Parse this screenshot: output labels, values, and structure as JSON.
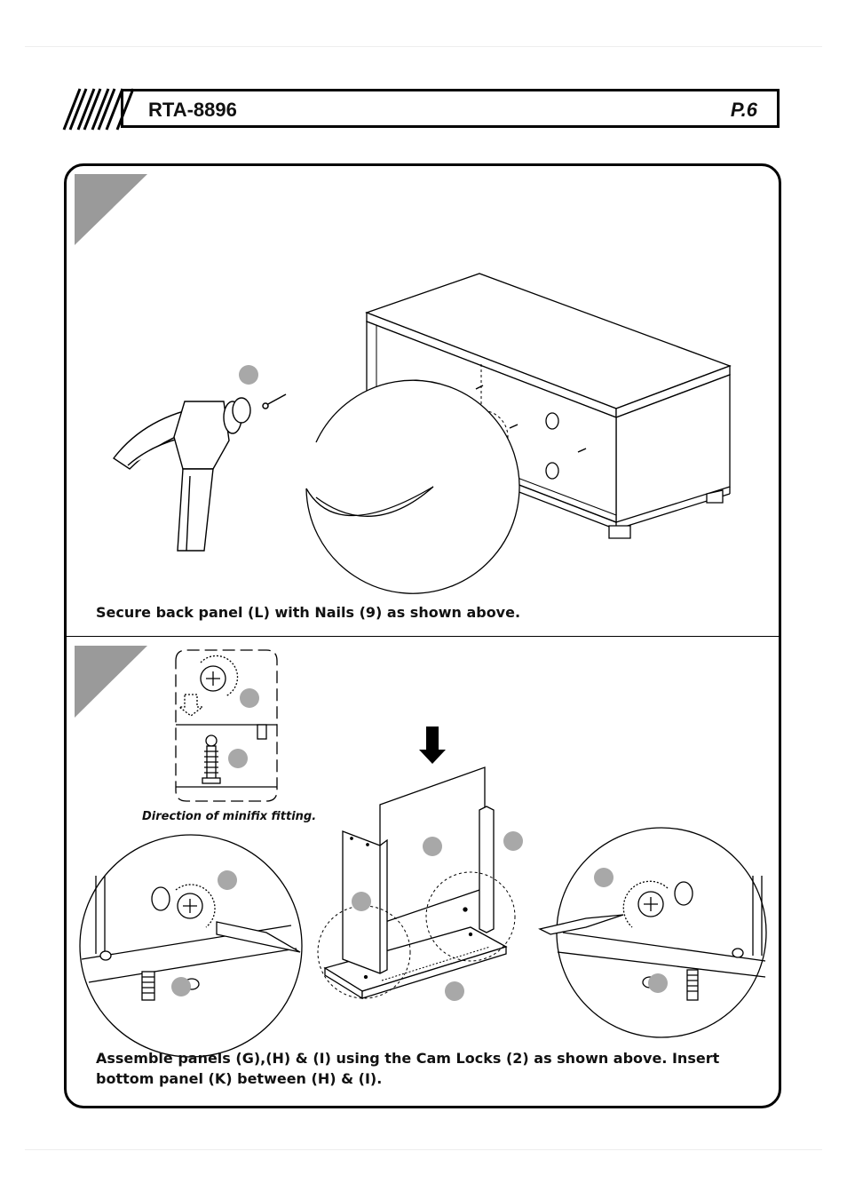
{
  "header": {
    "model": "RTA-8896",
    "page": "P.6"
  },
  "step1": {
    "caption": "Secure back panel (L) with Nails (9) as shown above."
  },
  "step2": {
    "minifix_label": "Direction of minifix fitting.",
    "caption": "Assemble panels (G),(H) & (I) using the Cam Locks (2) as shown above. Insert bottom panel (K) between (H) & (I)."
  },
  "colors": {
    "step_marker": "#9a9a9a",
    "badge": "#a8a8a8",
    "line": "#000000"
  }
}
